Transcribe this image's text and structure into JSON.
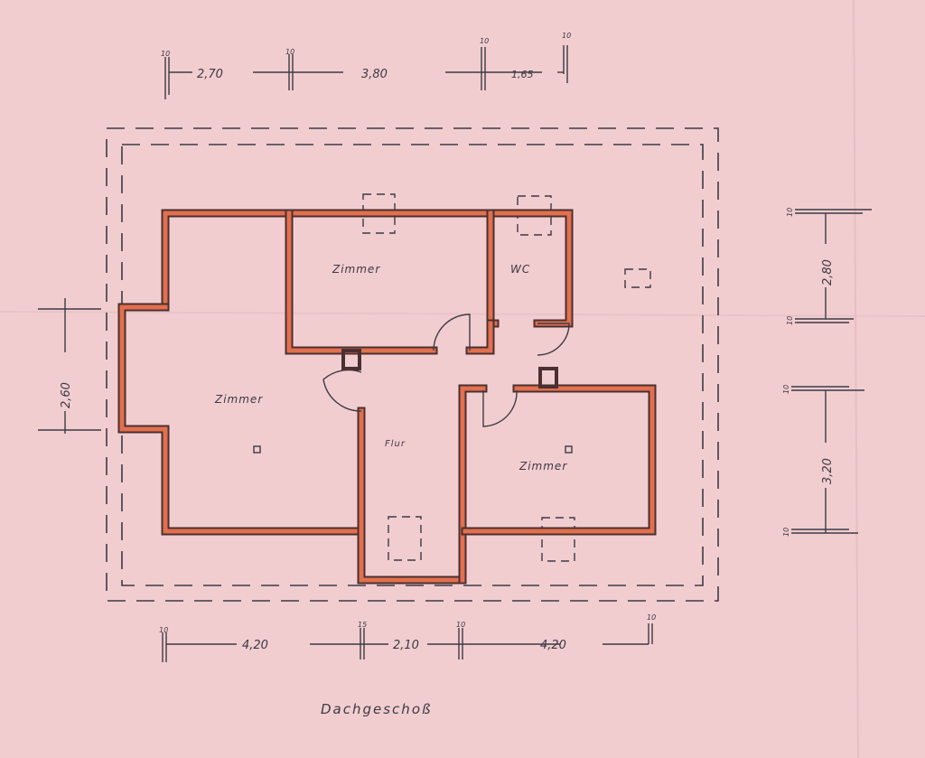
{
  "title": "Dachgeschoß",
  "rooms": {
    "zimmer_top": "Zimmer",
    "wc": "WC",
    "zimmer_left": "Zimmer",
    "flur": "Flur",
    "zimmer_right": "Zimmer"
  },
  "dimensions": {
    "top": {
      "wall1": "10",
      "span1": "2,70",
      "wall2": "10",
      "span2": "3,80",
      "wall3": "10",
      "span3": "1,65",
      "wall4": "10"
    },
    "bottom": {
      "wall1": "10",
      "span1": "4,20",
      "wall2": "15",
      "span2": "2,10",
      "wall3": "10",
      "span3": "4,20",
      "wall4": "10"
    },
    "right": {
      "wall1": "10",
      "span1": "2,80",
      "wall2": "10",
      "wall3": "10",
      "span2": "3,20",
      "wall4": "10"
    },
    "left": {
      "span1": "2,60"
    }
  },
  "colors": {
    "paper": "#f2cdd0",
    "wall": "#e2704e",
    "ink": "#3b3b45"
  }
}
